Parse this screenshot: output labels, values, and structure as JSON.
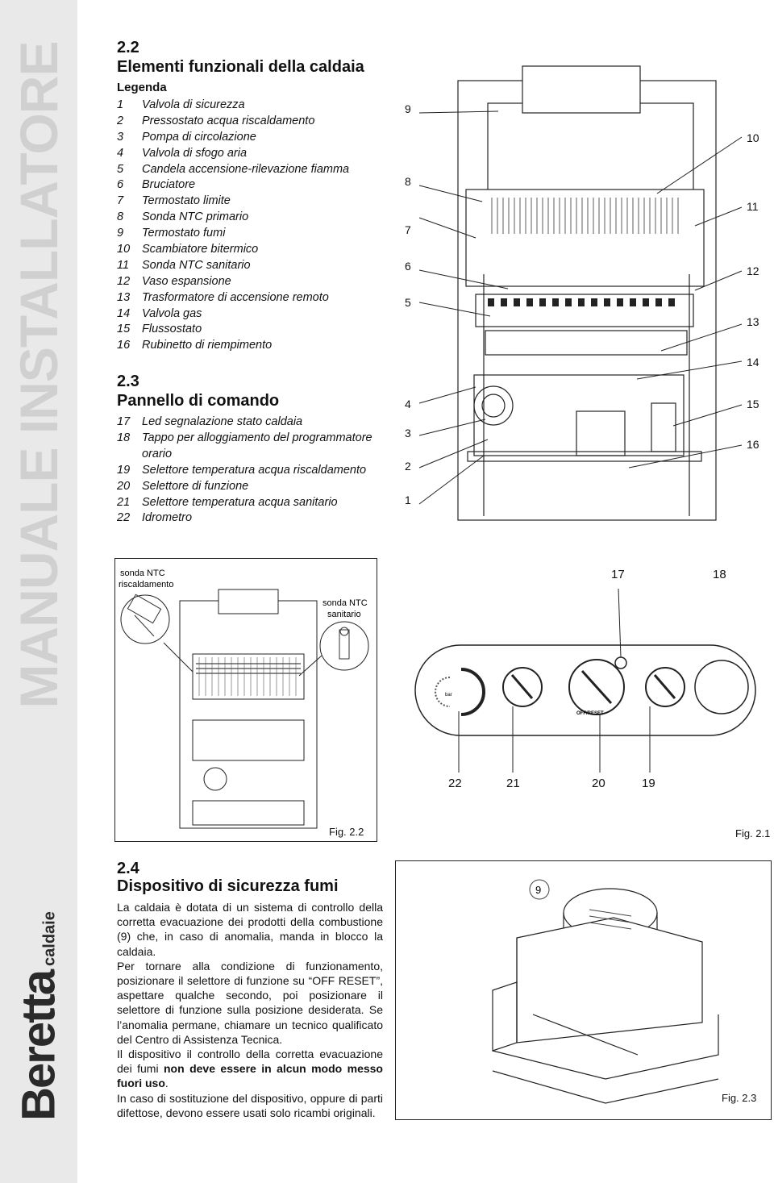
{
  "sidebar": {
    "title": "MANUALE INSTALLATORE",
    "logo_brand": "Beretta",
    "logo_sub": "caldaie"
  },
  "section_22": {
    "number": "2.2",
    "title": "Elementi funzionali della caldaia",
    "legend_heading": "Legenda",
    "items": [
      {
        "n": "1",
        "text": "Valvola di sicurezza"
      },
      {
        "n": "2",
        "text": "Pressostato acqua riscaldamento"
      },
      {
        "n": "3",
        "text": "Pompa di circolazione"
      },
      {
        "n": "4",
        "text": "Valvola di sfogo aria"
      },
      {
        "n": "5",
        "text": "Candela accensione-rilevazione fiamma"
      },
      {
        "n": "6",
        "text": "Bruciatore"
      },
      {
        "n": "7",
        "text": "Termostato limite"
      },
      {
        "n": "8",
        "text": "Sonda NTC primario"
      },
      {
        "n": "9",
        "text": "Termostato fumi"
      },
      {
        "n": "10",
        "text": "Scambiatore bitermico"
      },
      {
        "n": "11",
        "text": "Sonda NTC sanitario"
      },
      {
        "n": "12",
        "text": "Vaso espansione"
      },
      {
        "n": "13",
        "text": "Trasformatore di accensione remoto"
      },
      {
        "n": "14",
        "text": "Valvola gas"
      },
      {
        "n": "15",
        "text": "Flussostato"
      },
      {
        "n": "16",
        "text": "Rubinetto di riempimento"
      }
    ]
  },
  "section_23": {
    "number": "2.3",
    "title": "Pannello di comando",
    "items": [
      {
        "n": "17",
        "text": "Led segnalazione stato caldaia"
      },
      {
        "n": "18",
        "text": "Tappo per alloggiamento del programmatore orario"
      },
      {
        "n": "19",
        "text": "Selettore temperatura acqua riscaldamento"
      },
      {
        "n": "20",
        "text": "Selettore di funzione"
      },
      {
        "n": "21",
        "text": "Selettore temperatura acqua sanitario"
      },
      {
        "n": "22",
        "text": "Idrometro"
      }
    ]
  },
  "section_24": {
    "number": "2.4",
    "title": "Dispositivo di sicurezza fumi",
    "p1": "La caldaia è dotata di un sistema di controllo della corretta evacuazione dei prodotti della combustione (9) che, in caso di anomalia, manda in blocco la caldaia.",
    "p2": "Per tornare alla condizione di funzionamento, posizionare il selettore di funzione su “OFF RESET”, aspettare qualche secondo, poi posizionare il selettore di funzione sulla posizione desiderata. Se l’anomalia permane, chiamare un tecnico qualificato del Centro di Assistenza Tecnica.",
    "p3_a": "Il dispositivo il controllo della corretta evacuazione dei fumi ",
    "p3_bold": "non deve essere in alcun modo messo fuori uso",
    "p3_b": ".",
    "p4": "In caso di sostituzione del dispositivo, oppure di parti difettose, devono essere usati solo ricambi originali."
  },
  "fig21": {
    "caption": "Fig. 2.1",
    "labels_left": [
      "9",
      "8",
      "7",
      "6",
      "5",
      "4",
      "3",
      "2",
      "1"
    ],
    "labels_right": [
      "10",
      "11",
      "12",
      "13",
      "14",
      "15",
      "16"
    ],
    "panel_top": [
      "17",
      "18"
    ],
    "panel_bottom": [
      "22",
      "21",
      "20",
      "19"
    ],
    "panel_text": {
      "off_reset": "OFF/RESET",
      "bar": "bar"
    }
  },
  "fig22": {
    "caption": "Fig. 2.2",
    "label_ntc_heat": [
      "sonda NTC",
      "riscaldamento"
    ],
    "label_ntc_dhw": [
      "sonda NTC",
      "sanitario"
    ]
  },
  "fig23": {
    "caption": "Fig. 2.3",
    "label": "9"
  }
}
